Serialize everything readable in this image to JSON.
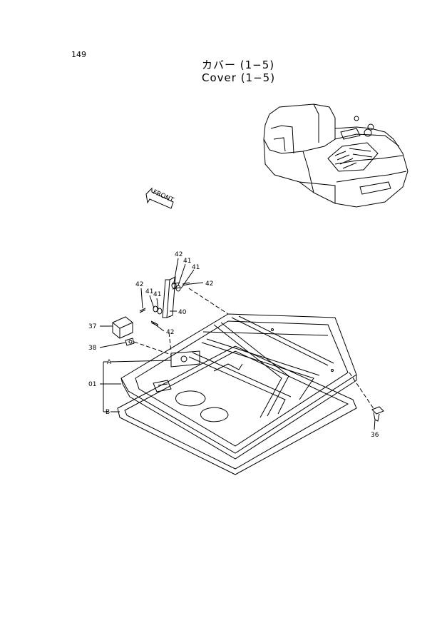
{
  "page": {
    "number": "149"
  },
  "title": {
    "jp": "カバー (1−5)",
    "en": "Cover (1−5)"
  },
  "front_label": "FRONT",
  "callouts": [
    {
      "id": "c42a",
      "text": "42"
    },
    {
      "id": "c41a",
      "text": "41"
    },
    {
      "id": "c41b",
      "text": "41"
    },
    {
      "id": "c42b",
      "text": "42"
    },
    {
      "id": "c42c",
      "text": "42"
    },
    {
      "id": "c41c",
      "text": "41"
    },
    {
      "id": "c41d",
      "text": "41"
    },
    {
      "id": "c40",
      "text": "40"
    },
    {
      "id": "c42d",
      "text": "42"
    },
    {
      "id": "c37",
      "text": "37"
    },
    {
      "id": "c38",
      "text": "38"
    },
    {
      "id": "cA",
      "text": "A"
    },
    {
      "id": "c01",
      "text": "01"
    },
    {
      "id": "cB",
      "text": "B"
    },
    {
      "id": "c36",
      "text": "36"
    }
  ]
}
